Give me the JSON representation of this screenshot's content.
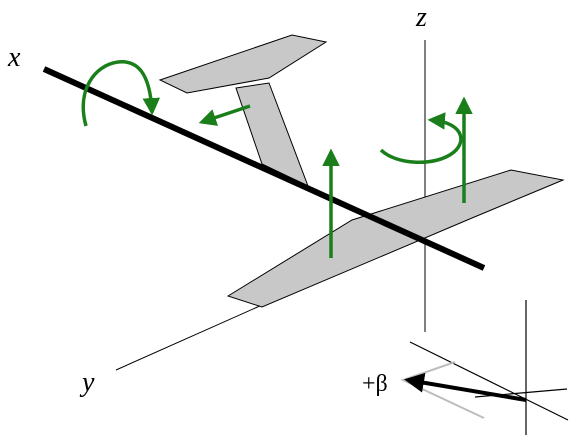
{
  "labels": {
    "x_axis": "x",
    "y_axis": "y",
    "z_axis": "z",
    "sideslip": "+β"
  },
  "colors": {
    "airframe_fill": "#c8c8c8",
    "airframe_stroke": "#000000",
    "arrow_green": "#1a7f1a",
    "axis_line": "#000000",
    "sideslip_helper": "#bdbdbd"
  },
  "icons": {
    "roll_moment": "curved-arrow-icon",
    "yaw_moment": "curved-arrow-icon",
    "lift_force": "up-arrow-icon",
    "sideslip_vector": "arrow-icon"
  }
}
